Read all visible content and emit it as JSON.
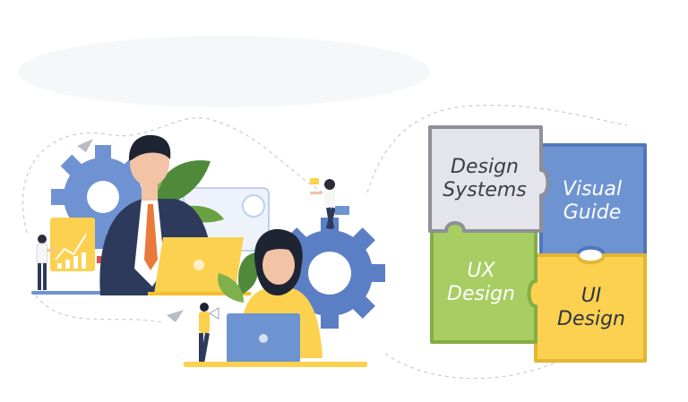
{
  "puzzle": {
    "pieces": [
      {
        "id": "design-systems",
        "lines": [
          "Design",
          "Systems"
        ],
        "fill": "#e4e4eb",
        "border": "#8f9097",
        "text_color": "#3a3f47"
      },
      {
        "id": "visual-guide",
        "lines": [
          "Visual",
          "Guide"
        ],
        "fill": "#6e93d1",
        "border": "#4f77bb",
        "text_color": "#ffffff"
      },
      {
        "id": "ux-design",
        "lines": [
          "UX",
          "Design"
        ],
        "fill": "#a7cd63",
        "border": "#86ad45",
        "text_color": "#ffffff"
      },
      {
        "id": "ui-design",
        "lines": [
          "UI",
          "Design"
        ],
        "fill": "#fbd14f",
        "border": "#e4b531",
        "text_color": "#2f3540"
      }
    ]
  },
  "palette": {
    "accent_blue": "#6e93d1",
    "accent_yellow": "#fbd14f",
    "accent_green": "#a7cd63",
    "skin": "#f2c3a5",
    "suit": "#2d3a5c",
    "gear_blue": "#5b7fc4"
  }
}
